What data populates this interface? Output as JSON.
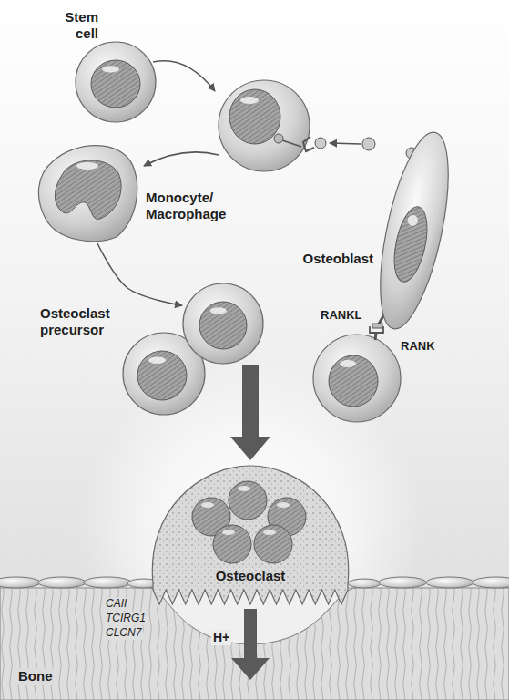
{
  "diagram": {
    "nodes": [
      {
        "text": [
          "Stem cell"
        ]
      },
      {
        "text": [
          "Monocyte/ Macrophage"
        ]
      },
      {
        "text": [
          "Osteoblast"
        ]
      },
      {
        "text": [
          "Osteoclast precursor"
        ]
      },
      {
        "text": [
          "Osteoclast"
        ]
      }
    ],
    "edges": [
      {
        "from": 1,
        "to": 3,
        "arrow": "to"
      },
      {
        "from": 3,
        "to": 4,
        "arrow": "to"
      }
    ],
    "labels": [
      "RANKL",
      "RANK",
      "CAII",
      "TCIRG1",
      "CLCN7",
      "H+",
      "Bone"
    ]
  }
}
